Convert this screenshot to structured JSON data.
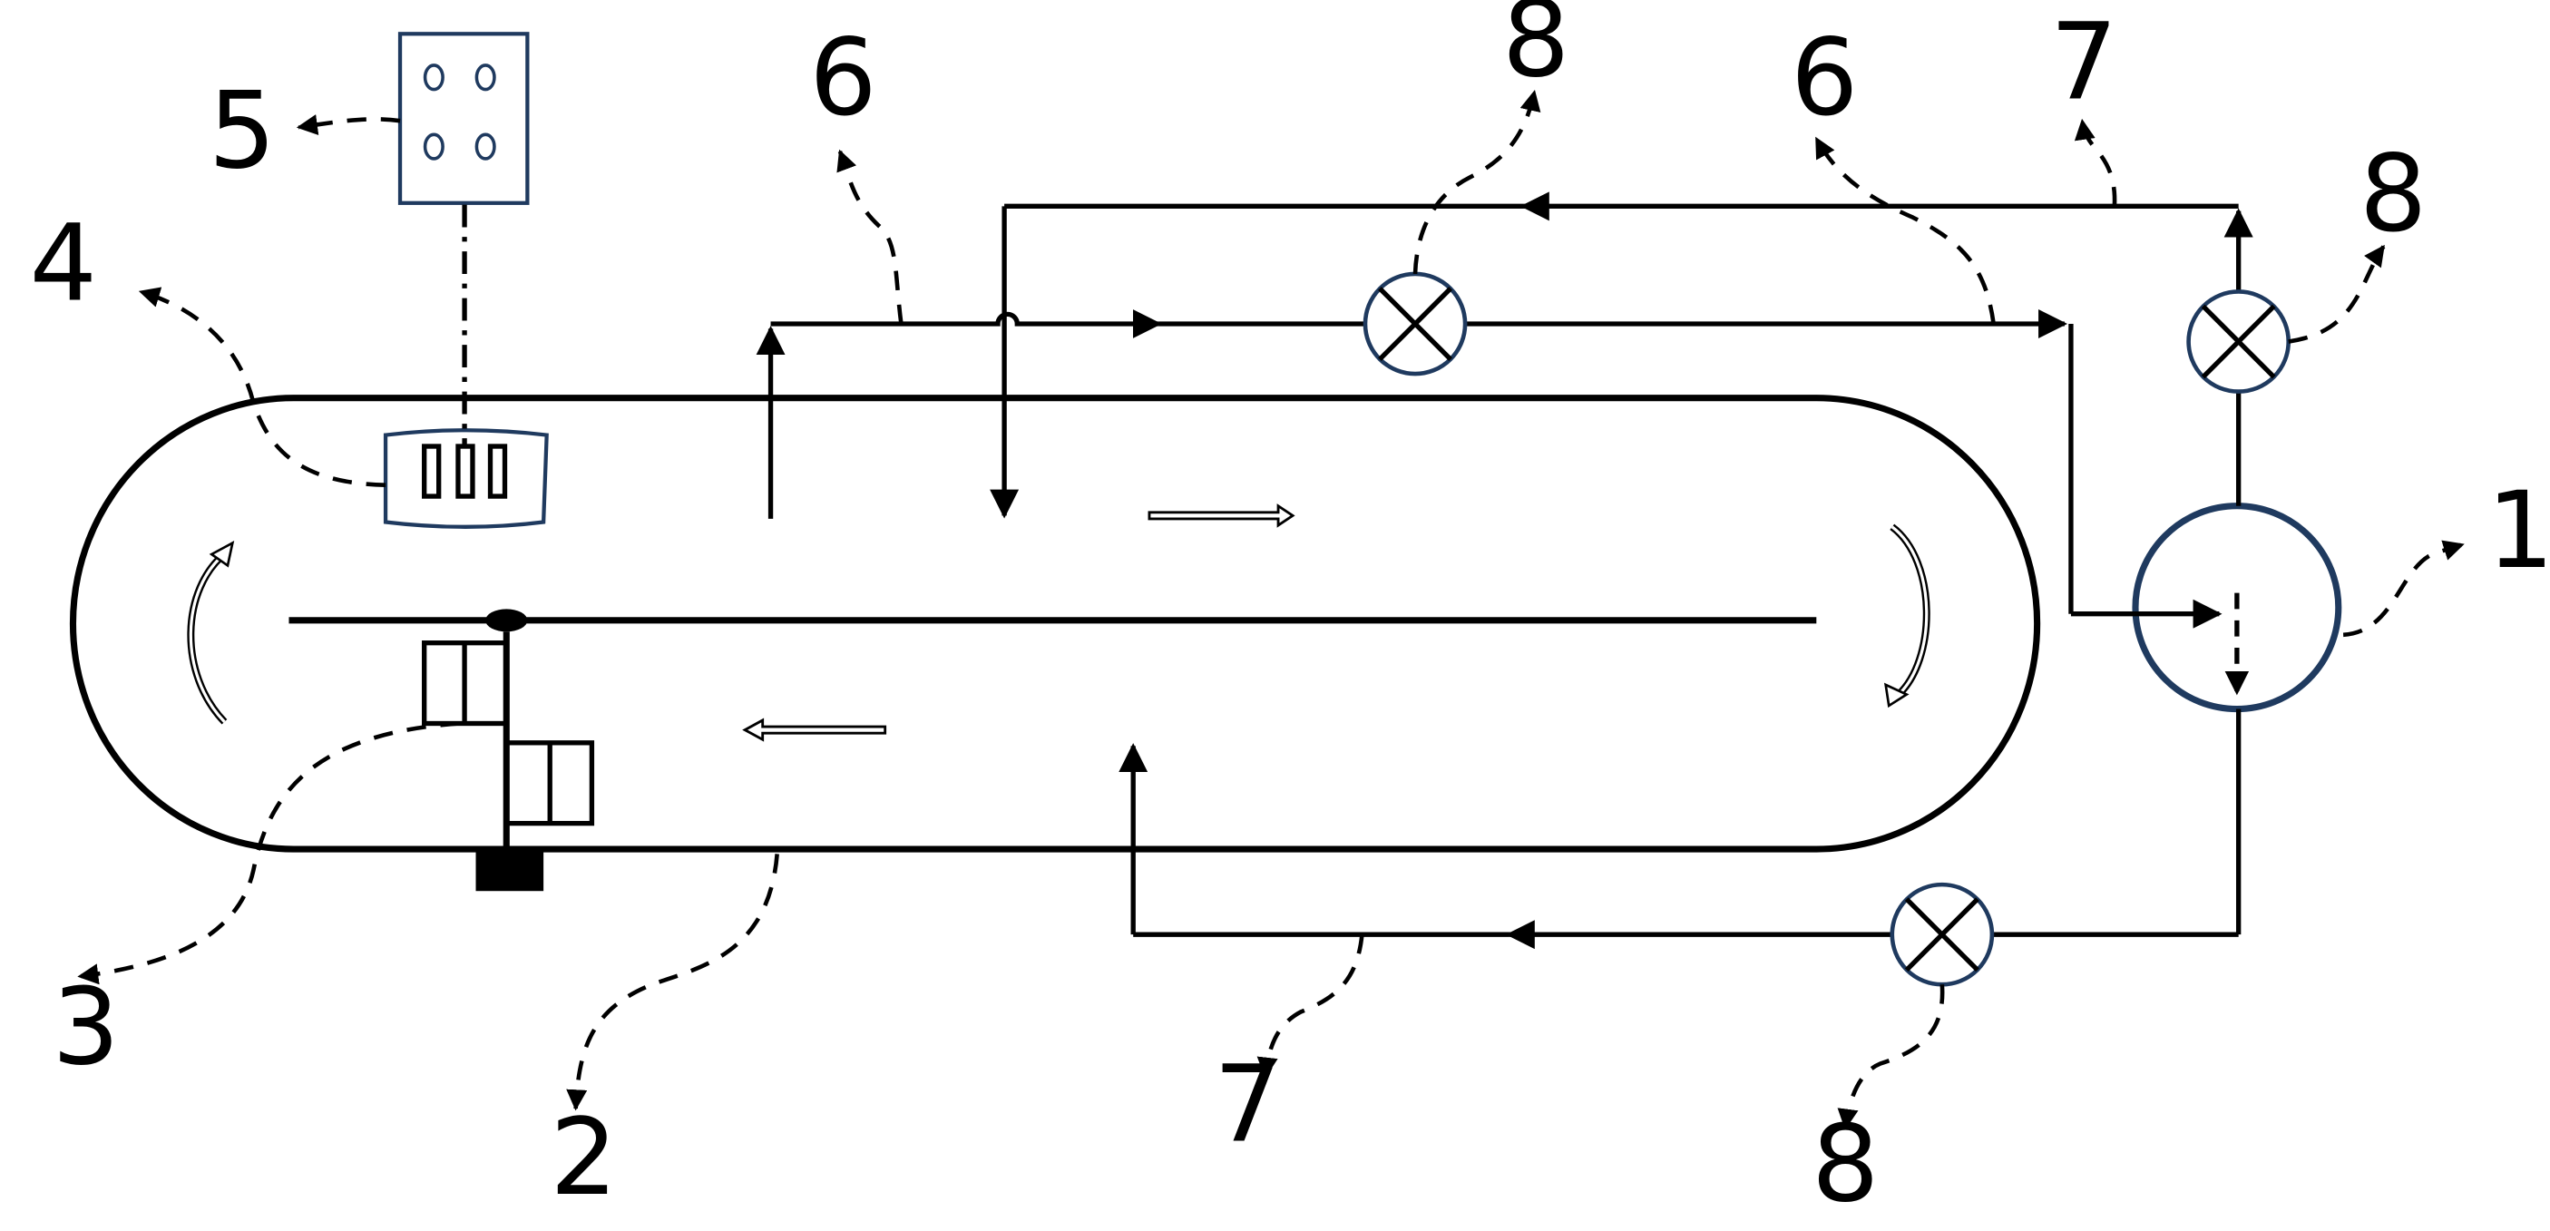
{
  "labels": {
    "l1": "1",
    "l2": "2",
    "l3": "3",
    "l4": "4",
    "l5": "5",
    "l6a": "6",
    "l6b": "6",
    "l7a": "7",
    "l7b": "7",
    "l8a": "8",
    "l8b": "8",
    "l8c": "8"
  }
}
